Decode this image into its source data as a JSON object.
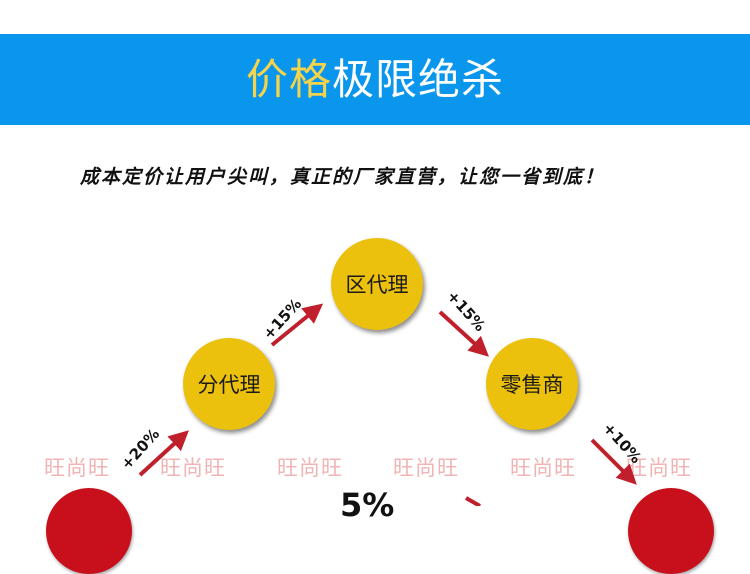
{
  "banner": {
    "title_highlight": "价格",
    "title_rest": "极限绝杀",
    "background_color": "#0a96ec",
    "highlight_color": "#f5d34a"
  },
  "slogan": "成本定价让用户尖叫，真正的厂家直营，让您一省到底！",
  "nodes": {
    "district": "区代理",
    "branch": "分代理",
    "retail": "零售商",
    "color": "#ecc10e"
  },
  "markups": {
    "branch_to_district": "+15%",
    "district_to_retail": "+15%",
    "left_to_branch": "+20%",
    "retail_to_right": "+10%"
  },
  "watermark_text": "旺尚旺",
  "bottom_partial_text": "5%",
  "arrow_color": "#c0202c"
}
